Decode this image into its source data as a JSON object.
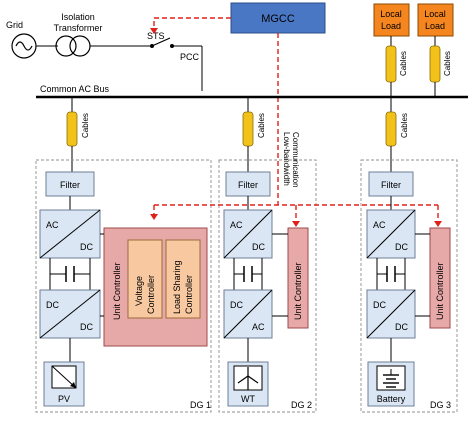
{
  "grid": {
    "label": "Grid"
  },
  "transformer": {
    "label_line1": "Isolation",
    "label_line2": "Transformer"
  },
  "sts": {
    "label": "STS"
  },
  "pcc": {
    "label": "PCC"
  },
  "mgcc": {
    "label": "MGCC"
  },
  "local_loads": [
    {
      "line1": "Local",
      "line2": "Load"
    },
    {
      "line1": "Local",
      "line2": "Load"
    }
  ],
  "bus": {
    "label": "Common AC Bus"
  },
  "cables_label": "Cables",
  "comm": {
    "line1": "Low-bandwidth",
    "line2": "Communication"
  },
  "filter_label": "Filter",
  "ac_label": "AC",
  "dc_label": "DC",
  "unit_controller_label": "Unit Controller",
  "voltage_controller": {
    "line1": "Voltage",
    "line2": "Controller"
  },
  "load_sharing_controller": {
    "line1": "Load Sharing",
    "line2": "Controller"
  },
  "dgs": [
    {
      "name": "DG 1",
      "source": "PV"
    },
    {
      "name": "DG 2",
      "source": "WT"
    },
    {
      "name": "DG 3",
      "source": "Battery"
    }
  ],
  "colors": {
    "comm_line": "#e0211b",
    "mgcc": "#4a77c4",
    "local_load": "#f5861f",
    "cable": "#f2c21b",
    "unit_controller": "#e7a8a8",
    "converter": "#dbe6f4"
  }
}
